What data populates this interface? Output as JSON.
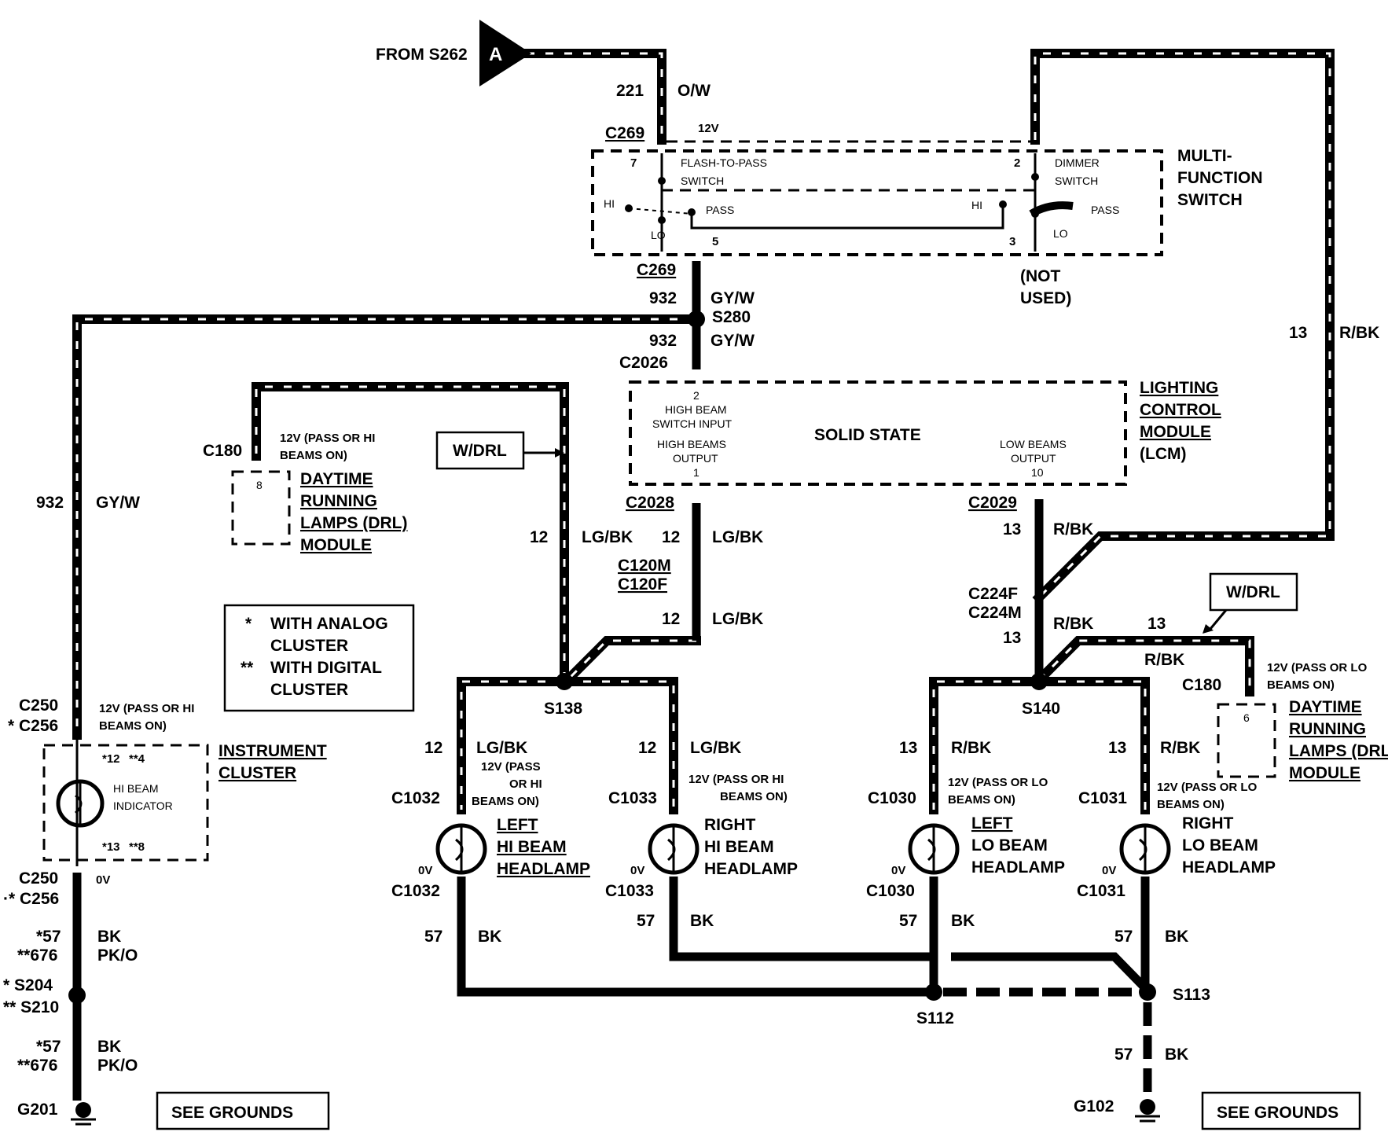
{
  "connector_a": {
    "from_label": "FROM S262",
    "letter": "A"
  },
  "wires": {
    "w221": "221",
    "ow": "O/W",
    "w932": "932",
    "gyw": "GY/W",
    "w12": "12",
    "lgbk": "LG/BK",
    "w13": "13",
    "rbk": "R/BK",
    "w57": "57",
    "bk": "BK",
    "w676": "676",
    "pko": "PK/O",
    "s57": "*57",
    "d676": "**676",
    "s12": "*12",
    "d4": "**4",
    "s13": "*13",
    "d8": "**8"
  },
  "connectors": {
    "c269": "C269",
    "c2026": "C2026",
    "c2028": "C2028",
    "c2029": "C2029",
    "c120m": "C120M",
    "c120f": "C120F",
    "c224f": "C224F",
    "c224m": "C224M",
    "c180": "C180",
    "c250": "C250",
    "c256": "C256",
    "c256s": "* C256",
    "c256d": "·* C256",
    "c1032": "C1032",
    "c1033": "C1033",
    "c1030": "C1030",
    "c1031": "C1031"
  },
  "splices": {
    "s280": "S280",
    "s138": "S138",
    "s140": "S140",
    "s112": "S112",
    "s113": "S113",
    "s204": "*   S204",
    "s210": "** S210"
  },
  "grounds": {
    "g201": "G201",
    "g102": "G102",
    "see_grounds": "SEE GROUNDS"
  },
  "voltage": {
    "v12": "12V",
    "v0": "0V",
    "pass_hi_1": "12V (PASS OR HI",
    "pass_hi_2": "BEAMS ON)",
    "pass_lo_1": "12V (PASS OR LO",
    "pass_lo_2": "BEAMS ON)",
    "pass_hi_l1": "12V (PASS",
    "pass_hi_l2": "OR HI",
    "pass_hi_l3": "BEAMS ON)"
  },
  "mfs": {
    "title1": "MULTI-",
    "title2": "FUNCTION",
    "title3": "SWITCH",
    "ftp1": "FLASH-TO-PASS",
    "ftp2": "SWITCH",
    "dim1": "DIMMER",
    "dim2": "SWITCH",
    "hi": "HI",
    "lo": "LO",
    "pass": "PASS",
    "pin7": "7",
    "pin5": "5",
    "pin2": "2",
    "pin3": "3",
    "not_used1": "(NOT",
    "not_used2": "USED)"
  },
  "lcm": {
    "title1": "LIGHTING",
    "title2": "CONTROL",
    "title3": "MODULE",
    "title4": "(LCM)",
    "solid": "SOLID STATE",
    "pin2": "2",
    "hbsi1": "HIGH BEAM",
    "hbsi2": "SWITCH INPUT",
    "hbo1": "HIGH BEAMS",
    "hbo2": "OUTPUT",
    "pin1": "1",
    "lbo1": "LOW BEAMS",
    "lbo2": "OUTPUT",
    "pin10": "10"
  },
  "drl": {
    "wdrl": "W/DRL",
    "pin8": "8",
    "pin6": "6",
    "t1": "DAYTIME",
    "t2": "RUNNING",
    "t3": "LAMPS (DRL)",
    "t3r": "LAMPS (DRL",
    "t4": "MODULE"
  },
  "legend": {
    "star1": "*",
    "l1": "WITH ANALOG",
    "l2": "CLUSTER",
    "star2": "**",
    "l3": "WITH DIGITAL",
    "l4": "CLUSTER"
  },
  "cluster": {
    "t1": "INSTRUMENT",
    "t2": "CLUSTER",
    "ind1": "HI BEAM",
    "ind2": "INDICATOR"
  },
  "lamps": {
    "left_hi": [
      "LEFT",
      "HI BEAM",
      "HEADLAMP"
    ],
    "right_hi": [
      "RIGHT",
      "HI BEAM",
      "HEADLAMP"
    ],
    "left_lo": [
      "LEFT",
      "LO BEAM",
      "HEADLAMP"
    ],
    "right_lo": [
      "RIGHT",
      "LO BEAM",
      "HEADLAMP"
    ]
  }
}
